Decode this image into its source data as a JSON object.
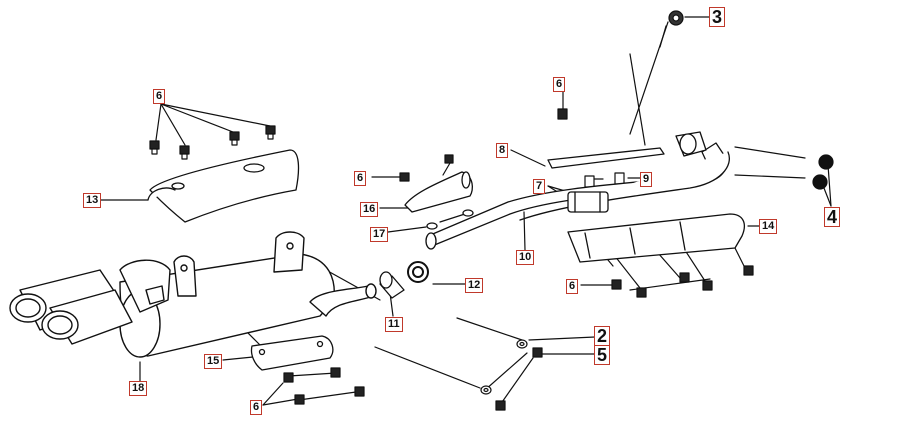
{
  "diagram": {
    "colors": {
      "line": "#111111",
      "part_fill": "#ffffff",
      "label_border": "#c0392b"
    },
    "callouts": {
      "c1": "6",
      "c2": "13",
      "c3": "6",
      "c4": "16",
      "c5": "17",
      "c6": "8",
      "c7": "6",
      "c8": "7",
      "c9": "9",
      "c10": "3",
      "c11": "4",
      "c12": "14",
      "c13": "10",
      "c14": "6",
      "c15": "12",
      "c16": "11",
      "c17": "15",
      "c18": "18",
      "c19": "6",
      "c20": "2",
      "c21": "5"
    }
  }
}
